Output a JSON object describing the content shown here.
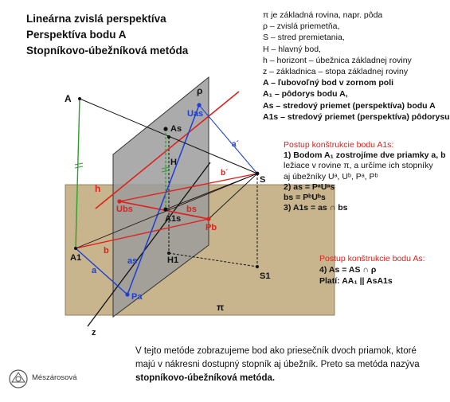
{
  "titles": [
    "Lineárna zvislá perspektíva",
    "Perspektíva bodu A",
    "Stopníkovo-úbežníková metóda"
  ],
  "legend": [
    {
      "text": "π  je základná rovina, napr. pôda",
      "bold": false
    },
    {
      "text": "ρ – zvislá priemetňa,",
      "bold": false
    },
    {
      "text": "S – stred premietania,",
      "bold": false
    },
    {
      "text": "H – hlavný bod,",
      "bold": false
    },
    {
      "text": "h – horizont – úbežnica základnej roviny",
      "bold": false
    },
    {
      "text": "z – základnica – stopa základnej roviny",
      "bold": false
    },
    {
      "text": "A – ľubovoľný bod v zornom poli",
      "bold": true
    },
    {
      "text": "A₁ – pôdorys bodu A,",
      "bold": true
    },
    {
      "text": "As – stredový priemet (perspektíva) bodu A",
      "bold": true
    },
    {
      "text": "A1s – stredový priemet (perspektíva) pôdorysu",
      "bold": true
    }
  ],
  "steps1": {
    "head": "Postup konštrukcie bodu A1s:",
    "lines": [
      {
        "text": "1) Bodom A₁ zostrojíme dve priamky a, b",
        "bold": false
      },
      {
        "text": "    ležiace v rovine π, a určíme ich stopníky",
        "bold": false
      },
      {
        "text": "    aj úbežníky Uᵃ, Uᵇ, Pᵃ, Pᵇ",
        "bold": false
      },
      {
        "text": "2) as = PᵃUᵃs",
        "bold": true
      },
      {
        "text": "     bs = PᵇUᵇs",
        "bold": true
      },
      {
        "text": "3) A1s = as ∩ bs",
        "bold": true
      }
    ]
  },
  "steps2": {
    "head": "Postup konštrukcie bodu As:",
    "lines": [
      {
        "text": "4) As = AS ∩ ρ",
        "bold": true
      },
      {
        "text": "Platí: AA₁ || AsA1s",
        "bold": true
      }
    ]
  },
  "caption": {
    "line1": "V tejto metóde zobrazujeme  bod ako priesečník dvoch priamok, ktoré",
    "line2": "majú  v nákresni dostupný  stopník  aj úbežník.  Preto sa metóda nazýva",
    "line3": "stopníkovo-úbežníková metóda."
  },
  "author": "Mészárosová",
  "labels": {
    "A": "A",
    "As": "As",
    "H": "H",
    "S": "S",
    "rho": "ρ",
    "Uas": "Uas",
    "Ubs": "Ubs",
    "h": "h",
    "A1s": "A1s",
    "bs": "bs",
    "b_green": "b",
    "Pb": "Pb",
    "A1": "A1",
    "b": "b",
    "a_blue": "a",
    "as": "as",
    "H1": "H1",
    "S1": "S1",
    "Pa": "Pa",
    "pi": "π",
    "z": "z",
    "a_prime": "a´",
    "b_prime": "b´"
  },
  "colors": {
    "plane": "#c9b58c",
    "picture_plane": "#9b9b9b",
    "red": "#e0201b",
    "blue": "#1b3fd8",
    "green": "#2aa12a",
    "black": "#111111",
    "heading_red": "#e0201b"
  }
}
